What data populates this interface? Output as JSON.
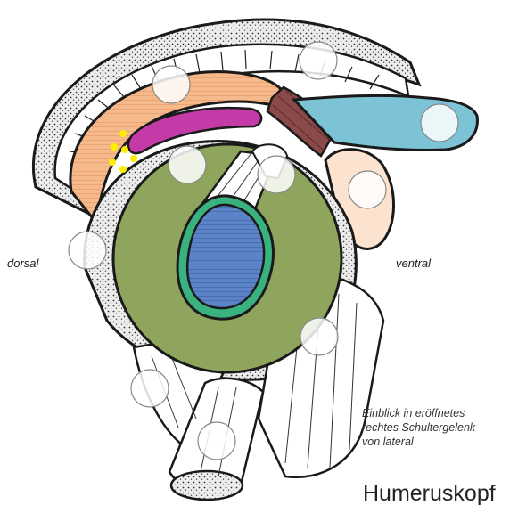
{
  "labels": {
    "dorsal": "dorsal",
    "ventral": "ventral",
    "caption_line1": "Einblick in eröffnetes",
    "caption_line2": "rechtes Schultergelenk",
    "caption_line3": "von lateral",
    "title": "Humeruskopf"
  },
  "colors": {
    "outline": "#1a1a1a",
    "bone_dots": "#f1f1f1",
    "tendon_bands": "#ffffff",
    "acromion_orange": "#f6b98c",
    "bursa_magenta": "#c43aa6",
    "muscle_brown": "#8a4a4a",
    "tendon_blue": "#7cc3d6",
    "coracoid_peach": "#fbe3cf",
    "humeral_head_green": "#8fa55e",
    "cartilage_ring_green": "#39b27f",
    "glenoid_blue": "#4f78c0",
    "marker_yellow": "#ffee00",
    "marker_circle": "#ffffff"
  },
  "markers": {
    "count": 11,
    "description_free": true
  }
}
